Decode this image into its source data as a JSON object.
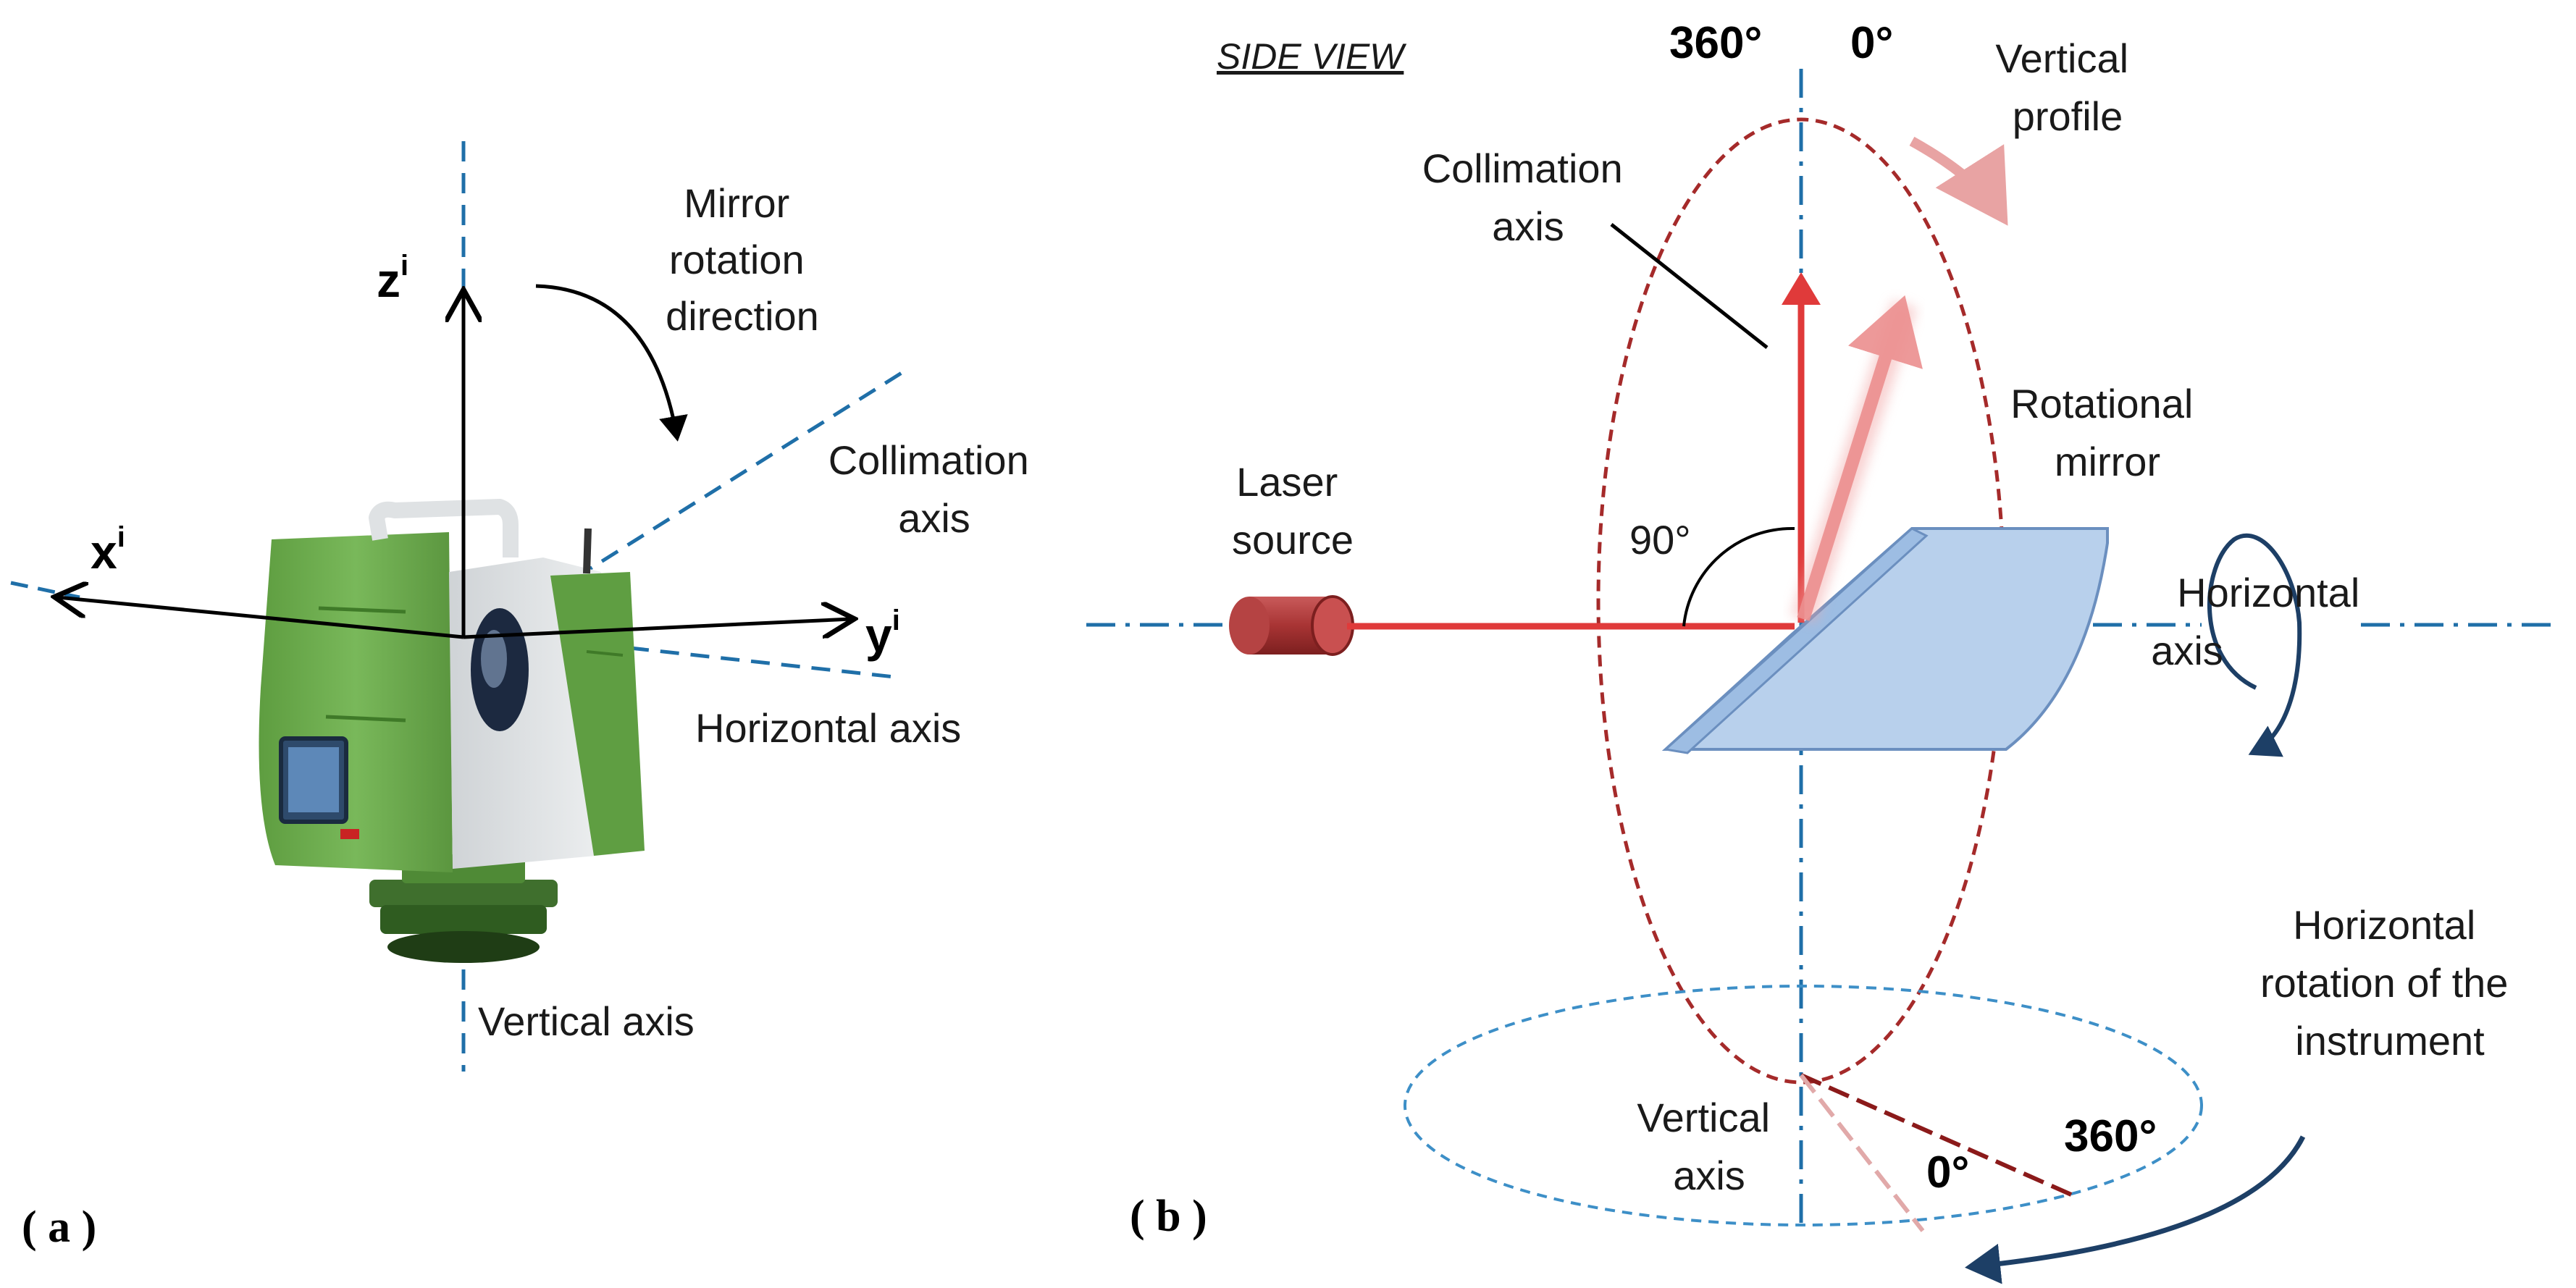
{
  "panel_a": {
    "label": "( a )",
    "z_axis": "z",
    "x_axis": "x",
    "y_axis": "y",
    "axis_superscript": "i",
    "mirror_rotation": [
      "Mirror",
      "rotation",
      "direction"
    ],
    "collimation_axis": [
      "Collimation",
      "axis"
    ],
    "horizontal_axis": "Horizontal axis",
    "vertical_axis": "Vertical axis"
  },
  "panel_b": {
    "label": "( b )",
    "side_view": "SIDE VIEW",
    "top_360": "360°",
    "top_0": "0°",
    "vertical_profile": [
      "Vertical",
      "profile"
    ],
    "collimation_axis": [
      "Collimation",
      "axis"
    ],
    "rotational_mirror": [
      "Rotational",
      "mirror"
    ],
    "laser_source": [
      "Laser",
      "source"
    ],
    "angle_90": "90°",
    "horizontal_axis": [
      "Horizontal",
      "axis"
    ],
    "horizontal_rotation": [
      "Horizontal",
      "rotation of the",
      "instrument"
    ],
    "vertical_axis": [
      "Vertical",
      "axis"
    ],
    "bottom_0": "0°",
    "bottom_360": "360°"
  },
  "colors": {
    "axis_blue": "#1f6fa8",
    "arrow_navy": "#1d3f66",
    "scanner_green": "#6fae4f",
    "laser_red": "#e03a3a",
    "profile_red": "#a52a2a",
    "mirror_blue": "#b8d0ec"
  }
}
